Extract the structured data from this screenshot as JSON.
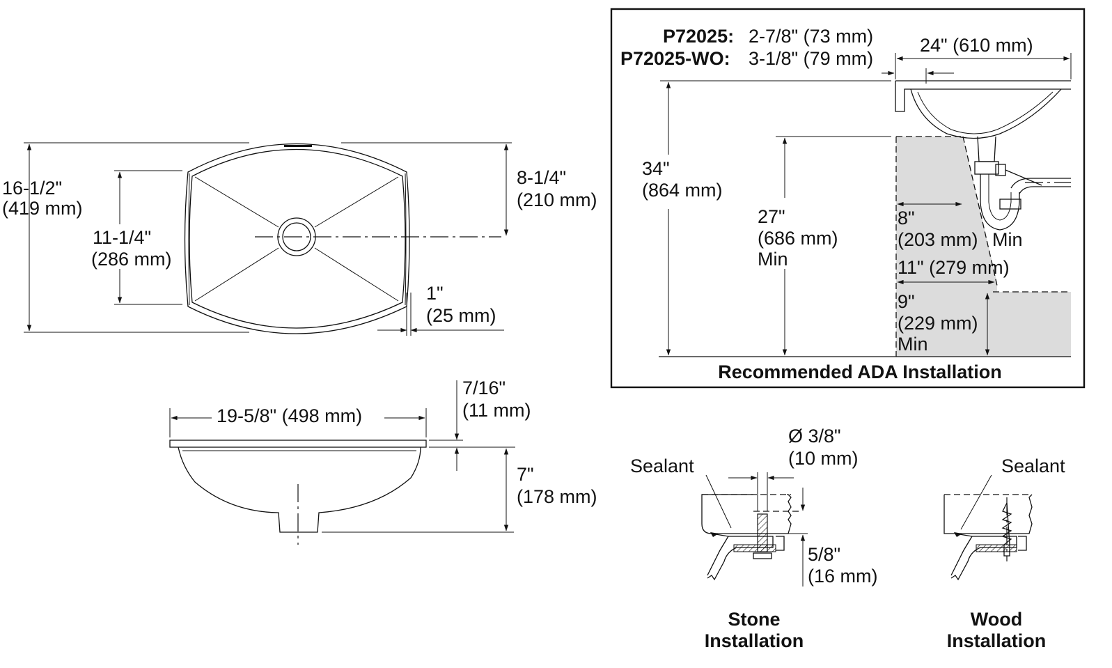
{
  "top_view": {
    "overall_depth": "16-1/2\"",
    "overall_depth_mm": "(419 mm)",
    "bowl_depth": "11-1/4\"",
    "bowl_depth_mm": "(286 mm)",
    "drain_offset": "8-1/4\"",
    "drain_offset_mm": "(210 mm)",
    "rim_width": "1\"",
    "rim_width_mm": "(25 mm)"
  },
  "side_view": {
    "overall_width": "19-5/8\" (498 mm)",
    "rim_thickness": "7/16\"",
    "rim_thickness_mm": "(11 mm)",
    "bowl_height": "7\"",
    "bowl_height_mm": "(178 mm)"
  },
  "ada": {
    "title": "Recommended ADA Installation",
    "model_1": "P72025:",
    "model_1_dim": "2-7/8\" (73 mm)",
    "model_2": "P72025-WO:",
    "model_2_dim": "3-1/8\" (79 mm)",
    "counter_depth": "24\" (610 mm)",
    "counter_height": "34\"",
    "counter_height_mm": "(864 mm)",
    "knee_height": "27\"",
    "knee_height_mm": "(686 mm)",
    "knee_height_min": "Min",
    "knee_depth": "8\"",
    "knee_depth_mm": "(203 mm)",
    "knee_depth_min": "Min",
    "toe_depth": "11\" (279 mm)",
    "toe_height": "9\"",
    "toe_height_mm": "(229 mm)",
    "toe_height_min": "Min"
  },
  "stone": {
    "sealant": "Sealant",
    "bolt_dia": "Ø 3/8\"",
    "bolt_dia_mm": "(10 mm)",
    "embed": "5/8\"",
    "embed_mm": "(16 mm)",
    "title_1": "Stone",
    "title_2": "Installation"
  },
  "wood": {
    "sealant": "Sealant",
    "title_1": "Wood",
    "title_2": "Installation"
  },
  "colors": {
    "line": "#111111",
    "knee_zone": "#dcdcdc",
    "background": "#ffffff"
  }
}
